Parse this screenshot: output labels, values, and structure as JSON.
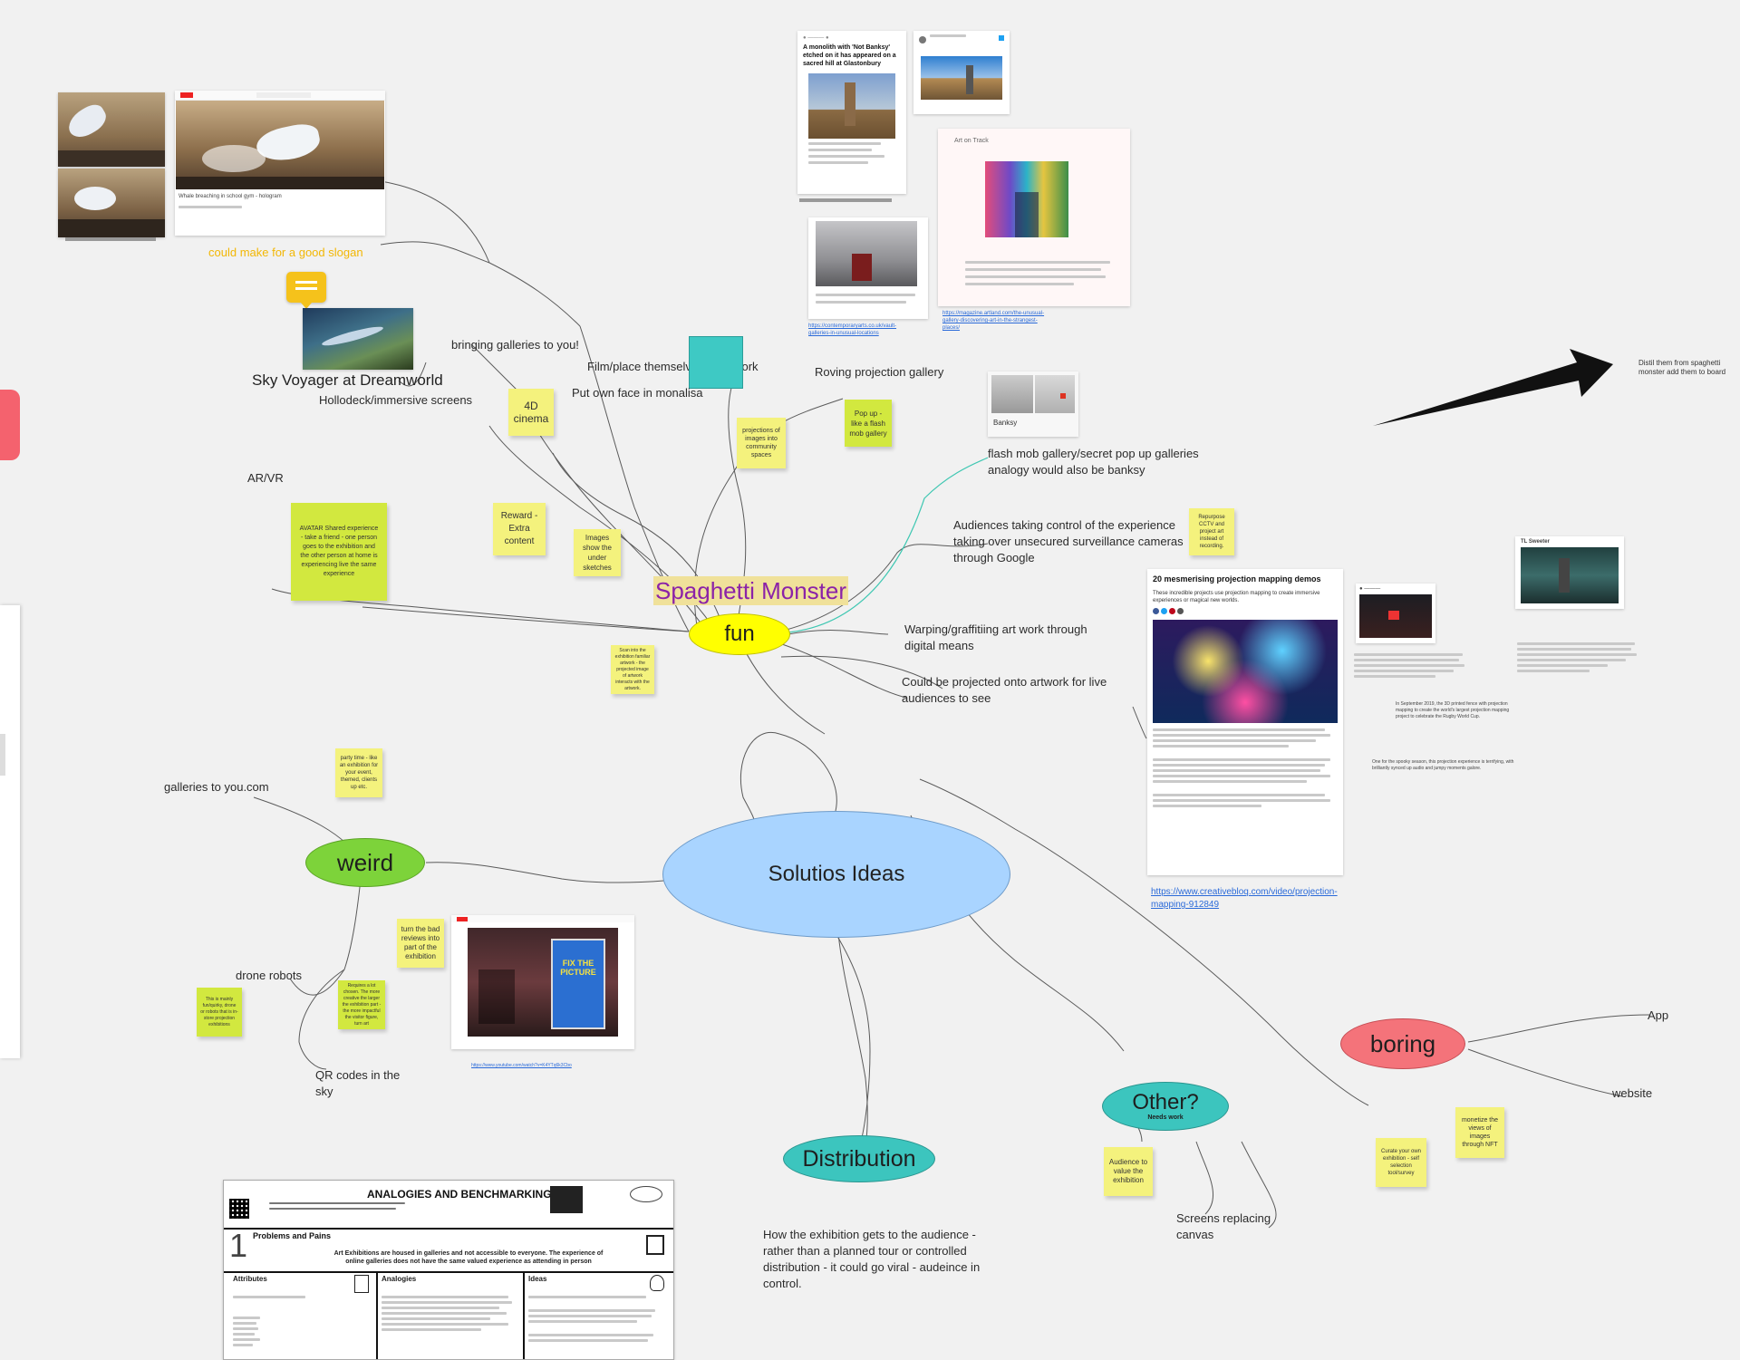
{
  "central": {
    "title": "Spaghetti Monster"
  },
  "nodes": {
    "fun": "fun",
    "solutions": "Solutios Ideas",
    "weird": "weird",
    "boring": "boring",
    "other": "Other?",
    "other_sub": "Needs work",
    "distribution": "Distribution"
  },
  "labels": {
    "slogan": "could make for a good slogan",
    "bringing": "bringing galleries to you!",
    "sky_voyager": "Sky Voyager at Dreamworld",
    "holodeck": "Hollodeck/immersive screens",
    "film": "Film/place themselves in artwork",
    "monalisa": "Put own face in monalisa",
    "roving": "Roving projection gallery",
    "flashmob": "flash mob gallery/secret pop up galleries analogy would also be banksy",
    "audiences": "Audiences taking control of the experience taking over unsecured surveillance cameras through Google",
    "warping": "Warping/graffitiing art work through digital means",
    "projected": "Could be projected onto artwork for live audiences to see",
    "arvr": "AR/VR",
    "galleries_you": "galleries to you.com",
    "drone": "drone robots",
    "qr": "QR codes in the sky",
    "app": "App",
    "website": "website",
    "screens": "Screens replacing canvas",
    "distribution_desc": "How the exhibition gets to the audience - rather than a planned tour or controlled distribution - it could go viral - audeince in control.",
    "distil": "Distil them from spaghetti monster add them to board"
  },
  "stickies": {
    "cinema": "4D cinema",
    "projections": "projections of images into community spaces",
    "popup": "Pop up - like a flash mob gallery",
    "avatar": "AVATAR Shared experience - take a friend - one person goes to the exhibition and the other person at home is experiencing live the same experience",
    "reward": "Reward -Extra content",
    "images_under": "Images show the under sketches",
    "repurpose": "Repurpose CCTV and project art instead of recording.",
    "small_fun": "Scan into the exhibition familiar artwork - the projected image of artwork interacts with the artwork.",
    "party": "party time - like an exhibition for your event, themed, clients up etc.",
    "reviews": "turn the bad reviews into part of the exhibition",
    "small_left": "This is mainly fun/quirky, drone or robots that is in-store projection exhibitions",
    "small_mid": "Requires a lot chosen. The more creative the larger the exhibition part - the more impactful the visitor figure, turn art",
    "monetize": "monetize the views of images through NFT",
    "curate": "Curate your own exhibition - self selection tool/survey",
    "audience_value": "Audience to value the exhibition"
  },
  "cards": {
    "whale_caption": "Whale breaching in school gym - hologram",
    "glastonbury_title": "A monolith with 'Not Banksy' etched on it has appeared on a sacred hill at Glastonbury",
    "art_on_track": "Art on Track",
    "artland_link": "https://magazine.artland.com/the-unusual-gallery-discovering-art-in-the-strangest-places/",
    "streets_link": "https://contemporaryarts.co.uk/vault-galleries-in-unusual-locations",
    "banksy": "Banksy",
    "pm_title": "20 mesmerising projection mapping demos",
    "pm_intro": "These incredible projects use projection mapping to create immersive experiences or magical new worlds.",
    "pm_link": "https://www.creativebloq.com/video/projection-mapping-912849",
    "fix_picture": "FIX THE PICTURE",
    "yt_link": "https://www.youtube.com/watch?v=K4YTq6k3Cbo",
    "analogies_title": "ANALOGIES AND BENCHMARKING",
    "problems": "Problems and Pains",
    "problems_text": "Art Exhibitions are housed in galleries and not accessible to everyone. The experience of online galleries does not have the same valued experience as attending in person",
    "attributes": "Attributes",
    "analogies": "Analogies",
    "ideas": "Ideas",
    "section_num": "1",
    "spooky_text": "One for the spooky season, this projection experience is terrifying, with brilliantly synced up audio and jumpy moments galore.",
    "rugby_text": "In September 2019, the 3D printed fence with projection mapping to create the world's largest projection mapping project to celebrate the Rugby World Cup.",
    "tl_sweeter": "TL Sweeter"
  },
  "colors": {
    "background": "#f1f1f1",
    "fun": "#ffff00",
    "solutions": "#a9d4ff",
    "weird": "#7dd33a",
    "boring": "#f4737a",
    "other": "#3cc5be",
    "distribution": "#3cc5be",
    "sticky_yellow": "#f4f27d",
    "sticky_green": "#d2e83f",
    "teal_square": "#3ec9c4",
    "central_text": "#8b22a8",
    "central_bg": "#f0e19a",
    "slogan": "#f2b705"
  }
}
